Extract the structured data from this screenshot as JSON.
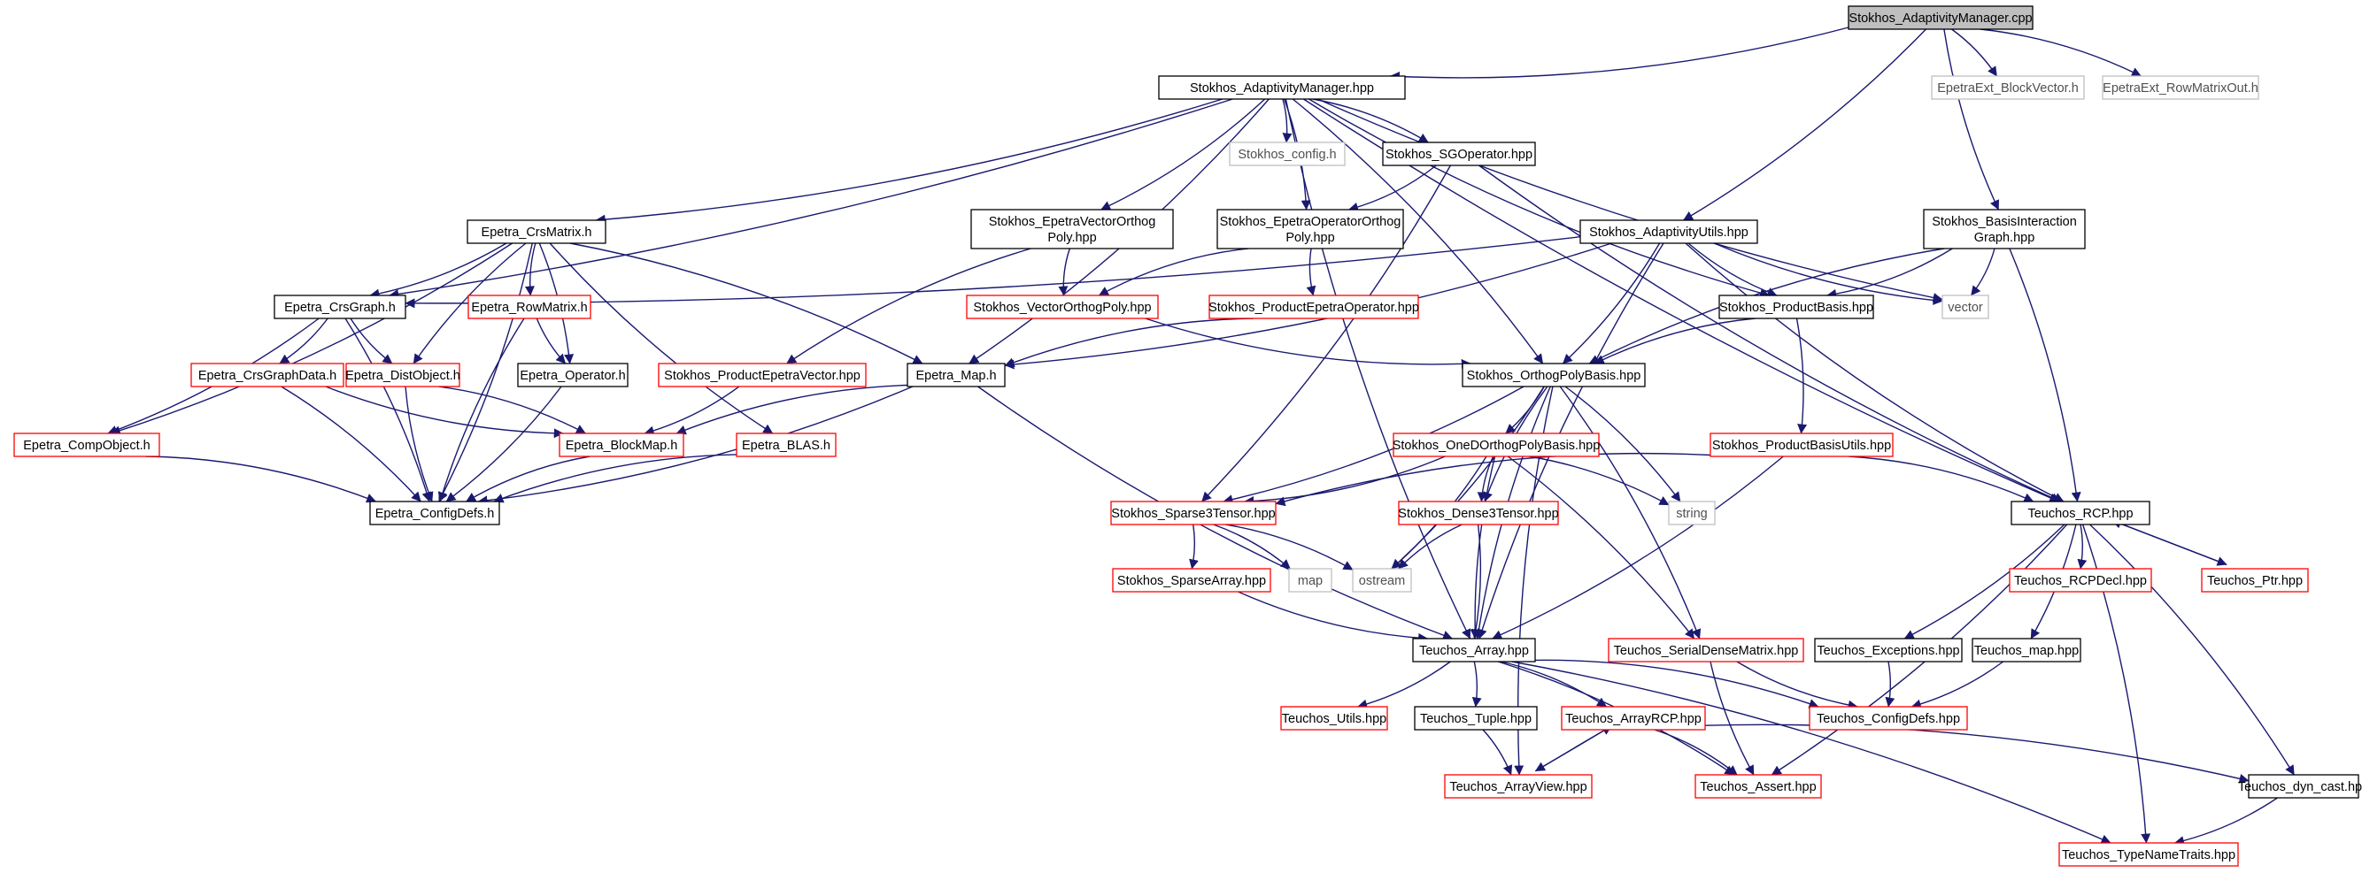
{
  "graph": {
    "colors": {
      "edge": "#191970",
      "root_fill": "#bfbfbf",
      "black": "#000000",
      "red": "#ff0000",
      "grey": "#bfbfbf"
    },
    "nodes": [
      {
        "id": "mgr_cpp",
        "label": "Stokhos_AdaptivityManager.cpp",
        "style": "root"
      },
      {
        "id": "mgr_hpp",
        "label": "Stokhos_AdaptivityManager.hpp",
        "style": "black"
      },
      {
        "id": "ext_bv",
        "label": "EpetraExt_BlockVector.h",
        "style": "grey"
      },
      {
        "id": "ext_rmo",
        "label": "EpetraExt_RowMatrixOut.h",
        "style": "grey"
      },
      {
        "id": "config",
        "label": "Stokhos_config.h",
        "style": "grey"
      },
      {
        "id": "sgop",
        "label": "Stokhos_SGOperator.hpp",
        "style": "black"
      },
      {
        "id": "crsmat",
        "label": "Epetra_CrsMatrix.h",
        "style": "black"
      },
      {
        "id": "evop",
        "label": "Stokhos_EpetraVectorOrthog\nPoly.hpp",
        "style": "black"
      },
      {
        "id": "eoop",
        "label": "Stokhos_EpetraOperatorOrthog\nPoly.hpp",
        "style": "black"
      },
      {
        "id": "autils",
        "label": "Stokhos_AdaptivityUtils.hpp",
        "style": "black"
      },
      {
        "id": "bigraph",
        "label": "Stokhos_BasisInteraction\nGraph.hpp",
        "style": "black"
      },
      {
        "id": "crsgraph",
        "label": "Epetra_CrsGraph.h",
        "style": "black"
      },
      {
        "id": "rowmat",
        "label": "Epetra_RowMatrix.h",
        "style": "red"
      },
      {
        "id": "vop",
        "label": "Stokhos_VectorOrthogPoly.hpp",
        "style": "red"
      },
      {
        "id": "peo",
        "label": "Stokhos_ProductEpetraOperator.hpp",
        "style": "red"
      },
      {
        "id": "pbasis",
        "label": "Stokhos_ProductBasis.hpp",
        "style": "black"
      },
      {
        "id": "vector",
        "label": "vector",
        "style": "grey"
      },
      {
        "id": "crsgdata",
        "label": "Epetra_CrsGraphData.h",
        "style": "red"
      },
      {
        "id": "distobj",
        "label": "Epetra_DistObject.h",
        "style": "red"
      },
      {
        "id": "operator",
        "label": "Epetra_Operator.h",
        "style": "black"
      },
      {
        "id": "pev",
        "label": "Stokhos_ProductEpetraVector.hpp",
        "style": "red"
      },
      {
        "id": "map",
        "label": "Epetra_Map.h",
        "style": "black"
      },
      {
        "id": "opb",
        "label": "Stokhos_OrthogPolyBasis.hpp",
        "style": "black"
      },
      {
        "id": "compobj",
        "label": "Epetra_CompObject.h",
        "style": "red"
      },
      {
        "id": "blockmap",
        "label": "Epetra_BlockMap.h",
        "style": "red"
      },
      {
        "id": "blas",
        "label": "Epetra_BLAS.h",
        "style": "red"
      },
      {
        "id": "odopb",
        "label": "Stokhos_OneDOrthogPolyBasis.hpp",
        "style": "red"
      },
      {
        "id": "pbutils",
        "label": "Stokhos_ProductBasisUtils.hpp",
        "style": "red"
      },
      {
        "id": "cfgdefs",
        "label": "Epetra_ConfigDefs.h",
        "style": "black"
      },
      {
        "id": "s3t",
        "label": "Stokhos_Sparse3Tensor.hpp",
        "style": "red"
      },
      {
        "id": "d3t",
        "label": "Stokhos_Dense3Tensor.hpp",
        "style": "red"
      },
      {
        "id": "string",
        "label": "string",
        "style": "grey"
      },
      {
        "id": "rcp",
        "label": "Teuchos_RCP.hpp",
        "style": "black"
      },
      {
        "id": "rcpdecl",
        "label": "Teuchos_RCPDecl.hpp",
        "style": "red"
      },
      {
        "id": "ptr",
        "label": "Teuchos_Ptr.hpp",
        "style": "red"
      },
      {
        "id": "sparr",
        "label": "Stokhos_SparseArray.hpp",
        "style": "red"
      },
      {
        "id": "mapstd",
        "label": "map",
        "style": "grey"
      },
      {
        "id": "ostream",
        "label": "ostream",
        "style": "grey"
      },
      {
        "id": "tarray",
        "label": "Teuchos_Array.hpp",
        "style": "black"
      },
      {
        "id": "sdm",
        "label": "Teuchos_SerialDenseMatrix.hpp",
        "style": "red"
      },
      {
        "id": "texc",
        "label": "Teuchos_Exceptions.hpp",
        "style": "black"
      },
      {
        "id": "tmap",
        "label": "Teuchos_map.hpp",
        "style": "black"
      },
      {
        "id": "tutils",
        "label": "Teuchos_Utils.hpp",
        "style": "red"
      },
      {
        "id": "ttuple",
        "label": "Teuchos_Tuple.hpp",
        "style": "black"
      },
      {
        "id": "tarcp",
        "label": "Teuchos_ArrayRCP.hpp",
        "style": "red"
      },
      {
        "id": "tcfg",
        "label": "Teuchos_ConfigDefs.hpp",
        "style": "red"
      },
      {
        "id": "tav",
        "label": "Teuchos_ArrayView.hpp",
        "style": "red"
      },
      {
        "id": "tassert",
        "label": "Teuchos_Assert.hpp",
        "style": "red"
      },
      {
        "id": "tdyn",
        "label": "Teuchos_dyn_cast.hpp",
        "style": "black"
      },
      {
        "id": "ttnt",
        "label": "Teuchos_TypeNameTraits.hpp",
        "style": "red"
      }
    ],
    "edges": [
      [
        "mgr_cpp",
        "mgr_hpp"
      ],
      [
        "mgr_cpp",
        "ext_bv"
      ],
      [
        "mgr_cpp",
        "ext_rmo"
      ],
      [
        "mgr_cpp",
        "autils"
      ],
      [
        "mgr_cpp",
        "bigraph"
      ],
      [
        "mgr_hpp",
        "config"
      ],
      [
        "mgr_hpp",
        "sgop"
      ],
      [
        "mgr_hpp",
        "crsmat"
      ],
      [
        "mgr_hpp",
        "evop"
      ],
      [
        "mgr_hpp",
        "eoop"
      ],
      [
        "mgr_hpp",
        "crsgraph"
      ],
      [
        "mgr_hpp",
        "map"
      ],
      [
        "mgr_hpp",
        "opb"
      ],
      [
        "mgr_hpp",
        "pbasis"
      ],
      [
        "mgr_hpp",
        "vector"
      ],
      [
        "mgr_hpp",
        "rcp"
      ],
      [
        "mgr_hpp",
        "tarray"
      ],
      [
        "sgop",
        "eoop"
      ],
      [
        "sgop",
        "s3t"
      ],
      [
        "sgop",
        "rcp"
      ],
      [
        "crsmat",
        "crsgraph"
      ],
      [
        "crsmat",
        "rowmat"
      ],
      [
        "crsmat",
        "distobj"
      ],
      [
        "crsmat",
        "operator"
      ],
      [
        "crsmat",
        "map"
      ],
      [
        "crsmat",
        "blas"
      ],
      [
        "crsmat",
        "cfgdefs"
      ],
      [
        "crsmat",
        "compobj"
      ],
      [
        "evop",
        "vop"
      ],
      [
        "evop",
        "pev"
      ],
      [
        "eoop",
        "vop"
      ],
      [
        "eoop",
        "peo"
      ],
      [
        "autils",
        "crsgraph"
      ],
      [
        "autils",
        "map"
      ],
      [
        "autils",
        "pbasis"
      ],
      [
        "autils",
        "opb"
      ],
      [
        "autils",
        "vector"
      ],
      [
        "autils",
        "rcp"
      ],
      [
        "autils",
        "tarray"
      ],
      [
        "bigraph",
        "pbasis"
      ],
      [
        "bigraph",
        "opb"
      ],
      [
        "bigraph",
        "vector"
      ],
      [
        "bigraph",
        "rcp"
      ],
      [
        "crsgraph",
        "crsgdata"
      ],
      [
        "crsgraph",
        "distobj"
      ],
      [
        "crsgraph",
        "compobj"
      ],
      [
        "crsgraph",
        "cfgdefs"
      ],
      [
        "rowmat",
        "operator"
      ],
      [
        "rowmat",
        "cfgdefs"
      ],
      [
        "vop",
        "opb"
      ],
      [
        "peo",
        "map"
      ],
      [
        "pbasis",
        "opb"
      ],
      [
        "pbasis",
        "pbutils"
      ],
      [
        "crsgdata",
        "blockmap"
      ],
      [
        "crsgdata",
        "cfgdefs"
      ],
      [
        "distobj",
        "blockmap"
      ],
      [
        "distobj",
        "cfgdefs"
      ],
      [
        "operator",
        "cfgdefs"
      ],
      [
        "pev",
        "blockmap"
      ],
      [
        "map",
        "blockmap"
      ],
      [
        "map",
        "cfgdefs"
      ],
      [
        "map",
        "tarray"
      ],
      [
        "opb",
        "odopb"
      ],
      [
        "opb",
        "s3t"
      ],
      [
        "opb",
        "d3t"
      ],
      [
        "opb",
        "string"
      ],
      [
        "opb",
        "ostream"
      ],
      [
        "opb",
        "tarray"
      ],
      [
        "opb",
        "sdm"
      ],
      [
        "opb",
        "tav"
      ],
      [
        "compobj",
        "cfgdefs"
      ],
      [
        "blockmap",
        "cfgdefs"
      ],
      [
        "blas",
        "cfgdefs"
      ],
      [
        "odopb",
        "s3t"
      ],
      [
        "odopb",
        "d3t"
      ],
      [
        "odopb",
        "string"
      ],
      [
        "odopb",
        "ostream"
      ],
      [
        "odopb",
        "tarray"
      ],
      [
        "odopb",
        "sdm"
      ],
      [
        "pbutils",
        "s3t"
      ],
      [
        "pbutils",
        "rcp"
      ],
      [
        "pbutils",
        "tarray"
      ],
      [
        "s3t",
        "sparr"
      ],
      [
        "s3t",
        "mapstd"
      ],
      [
        "s3t",
        "ostream"
      ],
      [
        "d3t",
        "ostream"
      ],
      [
        "d3t",
        "tarray"
      ],
      [
        "rcp",
        "rcpdecl"
      ],
      [
        "rcp",
        "ptr"
      ],
      [
        "ptr",
        "rcp"
      ],
      [
        "rcp",
        "texc"
      ],
      [
        "rcp",
        "tmap"
      ],
      [
        "rcp",
        "tassert"
      ],
      [
        "rcp",
        "tdyn"
      ],
      [
        "rcp",
        "ttnt"
      ],
      [
        "sparr",
        "tarray"
      ],
      [
        "tarray",
        "tutils"
      ],
      [
        "tarray",
        "ttuple"
      ],
      [
        "tarray",
        "tarcp"
      ],
      [
        "tarray",
        "tcfg"
      ],
      [
        "tarray",
        "tassert"
      ],
      [
        "tarray",
        "ttnt"
      ],
      [
        "sdm",
        "tcfg"
      ],
      [
        "sdm",
        "tassert"
      ],
      [
        "texc",
        "tcfg"
      ],
      [
        "tmap",
        "tcfg"
      ],
      [
        "ttuple",
        "tav"
      ],
      [
        "tarcp",
        "tav"
      ],
      [
        "tav",
        "tarcp"
      ],
      [
        "tarcp",
        "tassert"
      ],
      [
        "tarcp",
        "tdyn"
      ],
      [
        "tdyn",
        "ttnt"
      ]
    ]
  }
}
